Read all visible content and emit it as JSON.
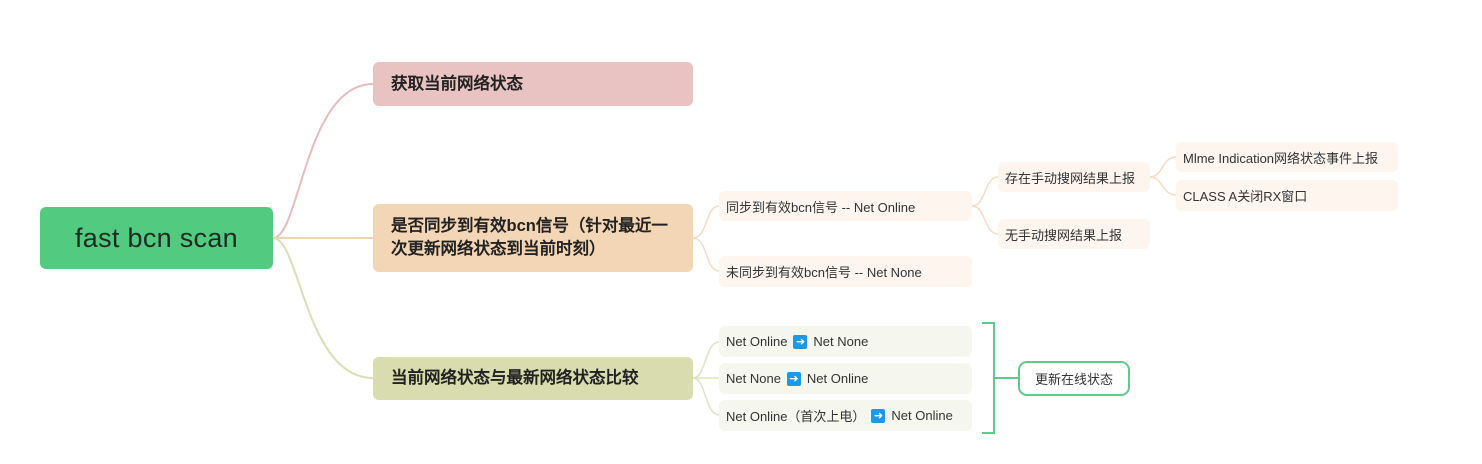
{
  "root": {
    "label": "fast bcn scan"
  },
  "branches": [
    {
      "label": "获取当前网络状态"
    },
    {
      "label": "是否同步到有效bcn信号（针对最近一次更新网络状态到当前时刻）",
      "children": [
        {
          "label": "同步到有效bcn信号 -- Net Online",
          "children": [
            {
              "label": "存在手动搜网结果上报",
              "children": [
                {
                  "label": "Mlme Indication网络状态事件上报"
                },
                {
                  "label": "CLASS A关闭RX窗口"
                }
              ]
            },
            {
              "label": "无手动搜网结果上报"
            }
          ]
        },
        {
          "label": "未同步到有效bcn信号 -- Net None"
        }
      ]
    },
    {
      "label": "当前网络状态与最新网络状态比较",
      "children": [
        {
          "from": "Net Online",
          "to": "Net None"
        },
        {
          "from": "Net None",
          "to": "Net Online"
        },
        {
          "from": "Net Online（首次上电）",
          "to": "Net Online"
        }
      ],
      "summary": "更新在线状态"
    }
  ],
  "colors": {
    "root": "#52cb80",
    "branch_1": "#e8c3c2",
    "branch_2": "#f2d6b5",
    "branch_3": "#d8dcae",
    "arrow_icon": "#1a9ae8",
    "summary_border": "#5fcb8a"
  },
  "icons": {
    "transition": "right-arrow-icon"
  }
}
